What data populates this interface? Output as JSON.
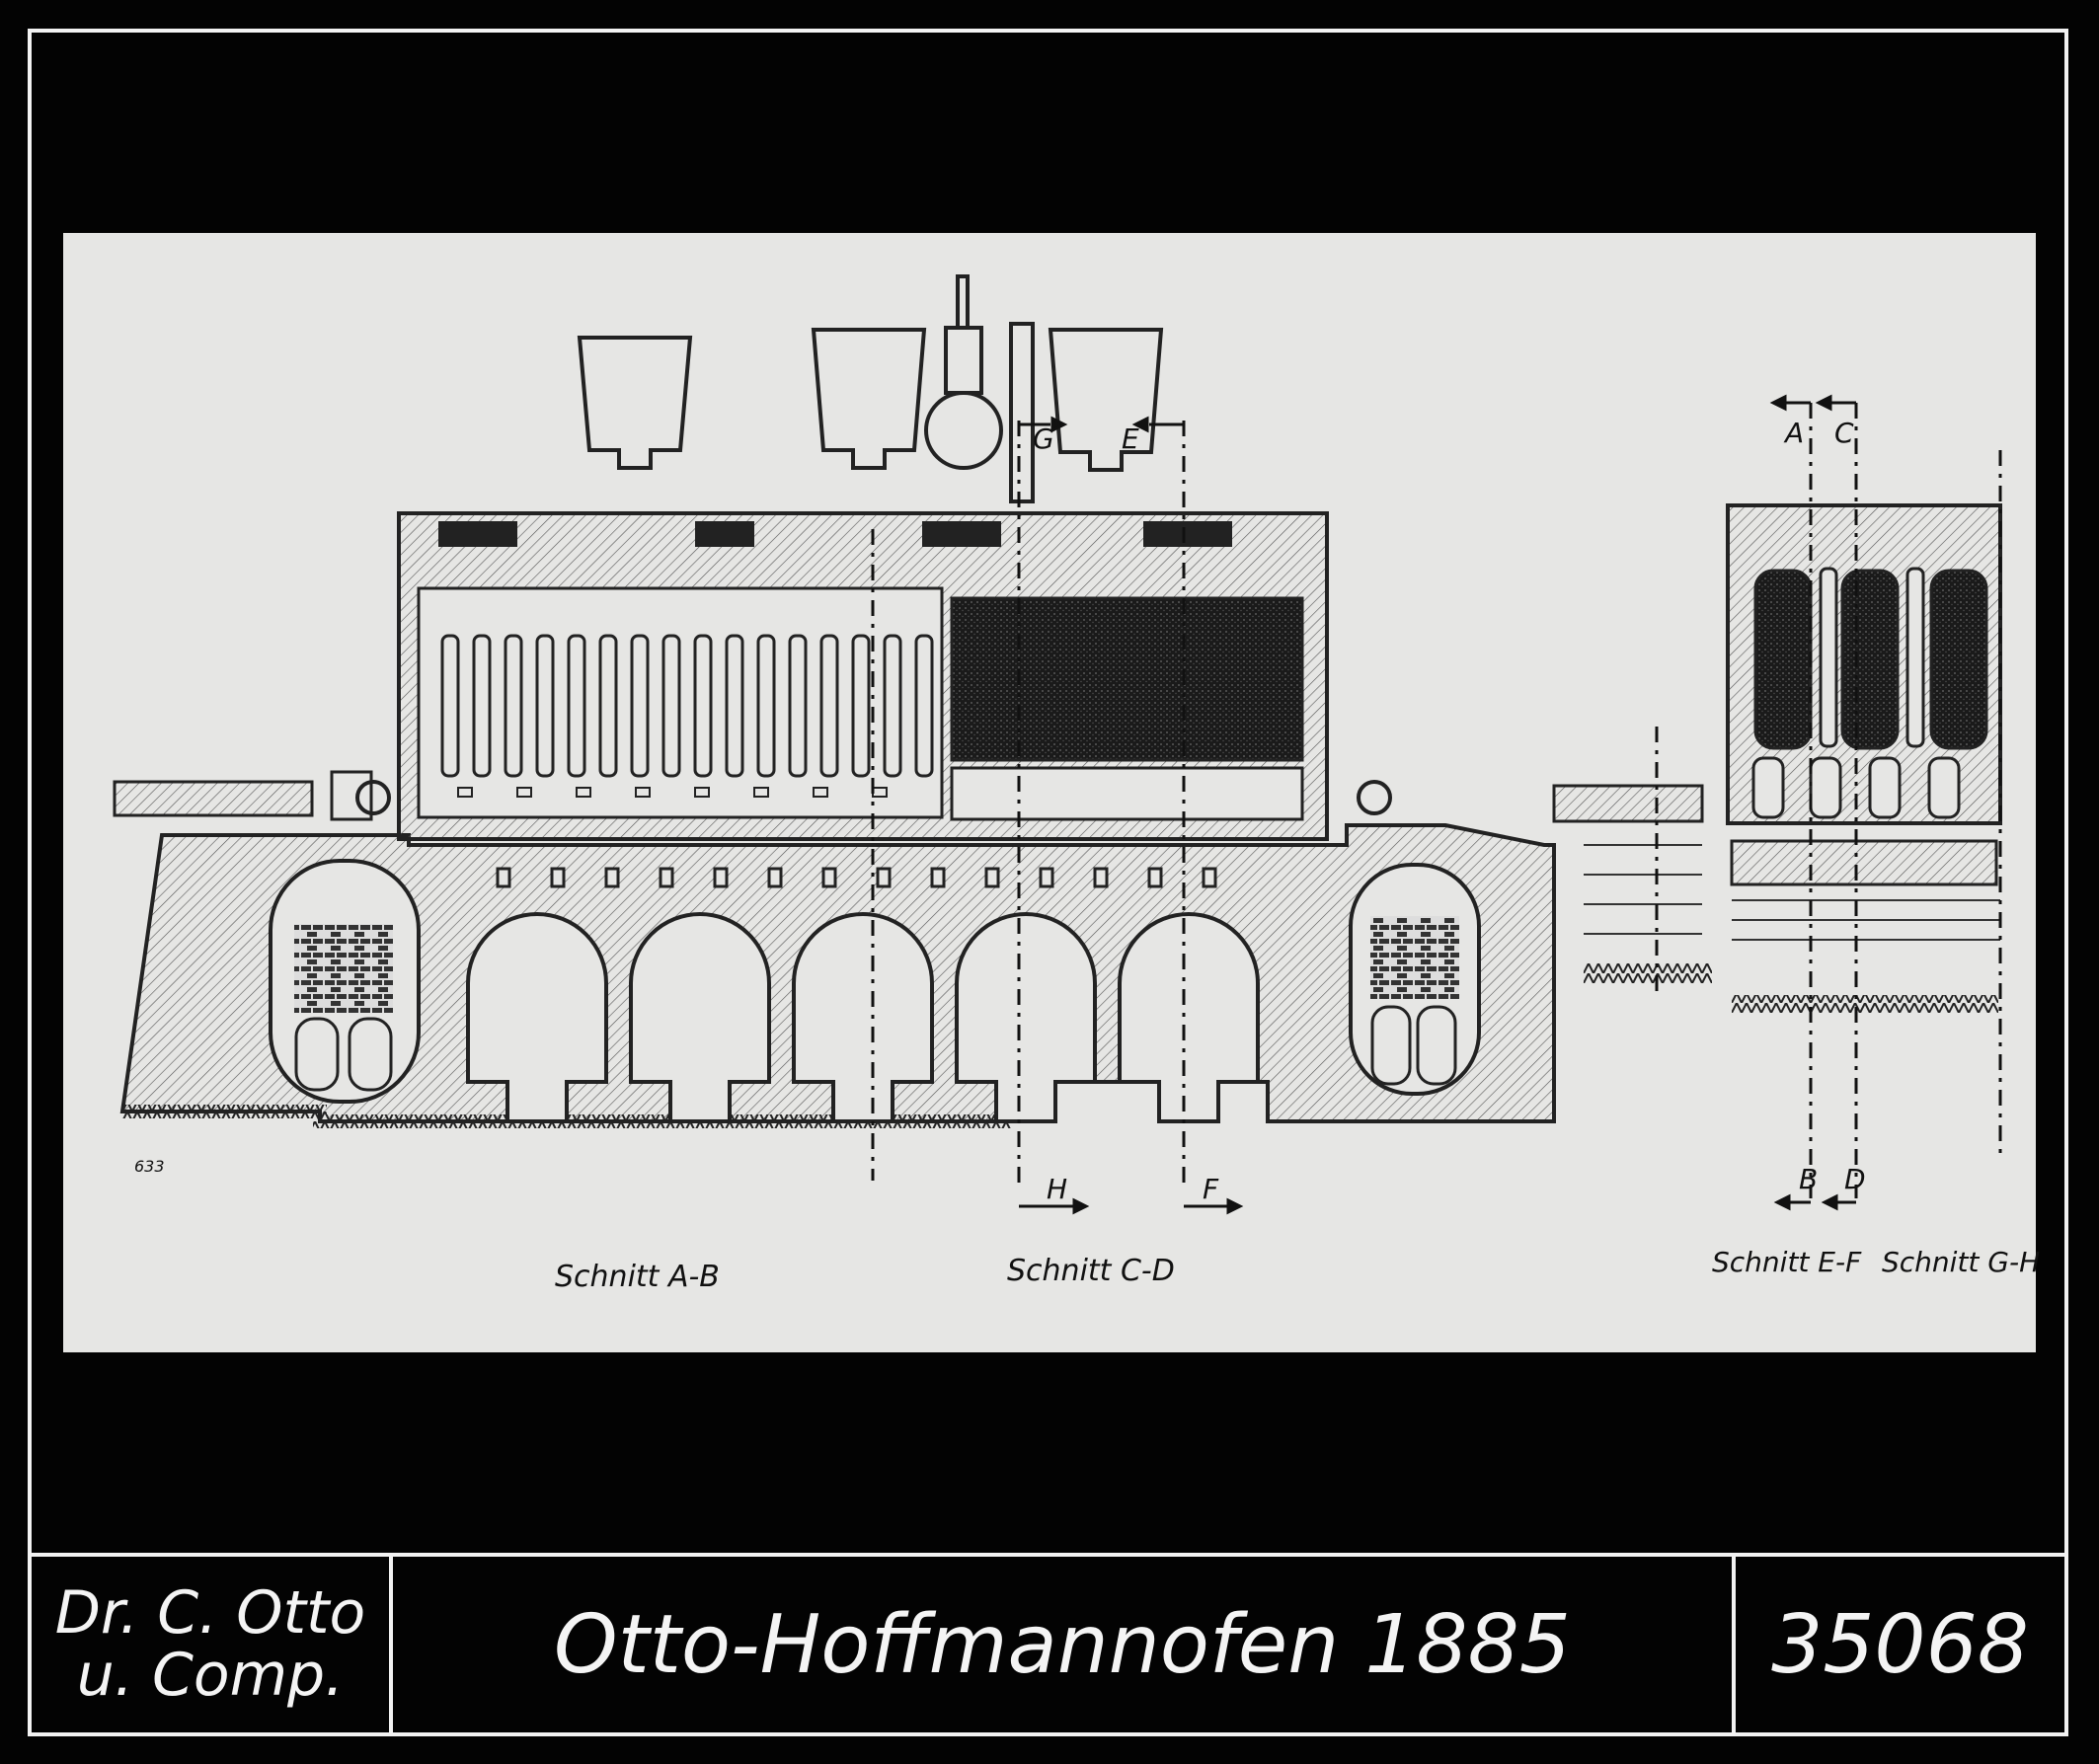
{
  "drawing": {
    "sheet_number": "633",
    "section_marks": {
      "A": "A",
      "B": "B",
      "C": "C",
      "D": "D",
      "E": "E",
      "F": "F",
      "G": "G",
      "H": "H"
    },
    "section_labels": {
      "ab": "Schnitt A-B",
      "cd": "Schnitt C-D",
      "ef": "Schnitt E-F",
      "gh": "Schnitt G-H"
    }
  },
  "caption": {
    "company_line1": "Dr. C. Otto",
    "company_line2": "u. Comp.",
    "title": "Otto-Hoffmannofen 1885",
    "plate_number": "35068"
  },
  "colors": {
    "background": "#030303",
    "paper": "#e6e6e4",
    "ink": "#111111",
    "caption_text": "#f4f4f4"
  }
}
